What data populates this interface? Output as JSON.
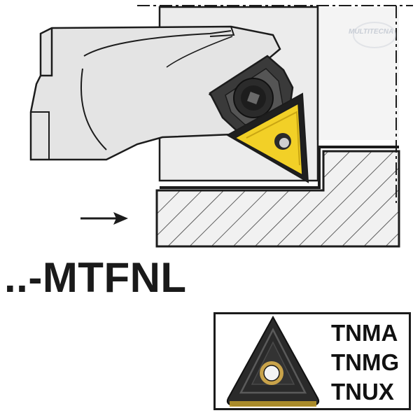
{
  "diagram": {
    "code": "..-MTFNL",
    "watermark": "MULTITECNA",
    "insert_types": [
      {
        "label": "TNMA"
      },
      {
        "label": "TNMG"
      },
      {
        "label": "TNUX"
      }
    ],
    "colors": {
      "holder_fill": "#e4e4e4",
      "outline": "#1c1c1c",
      "insert_gold": "#f2d027",
      "clamp_dark": "#2b2b2b",
      "workpiece_fill": "#e9e9e9",
      "hatch": "#3a3a3a",
      "insert_carbide": "#2a2a2a"
    },
    "icons": {
      "feed": "arrow-right-icon",
      "insert": "triangle-insert-icon"
    }
  }
}
